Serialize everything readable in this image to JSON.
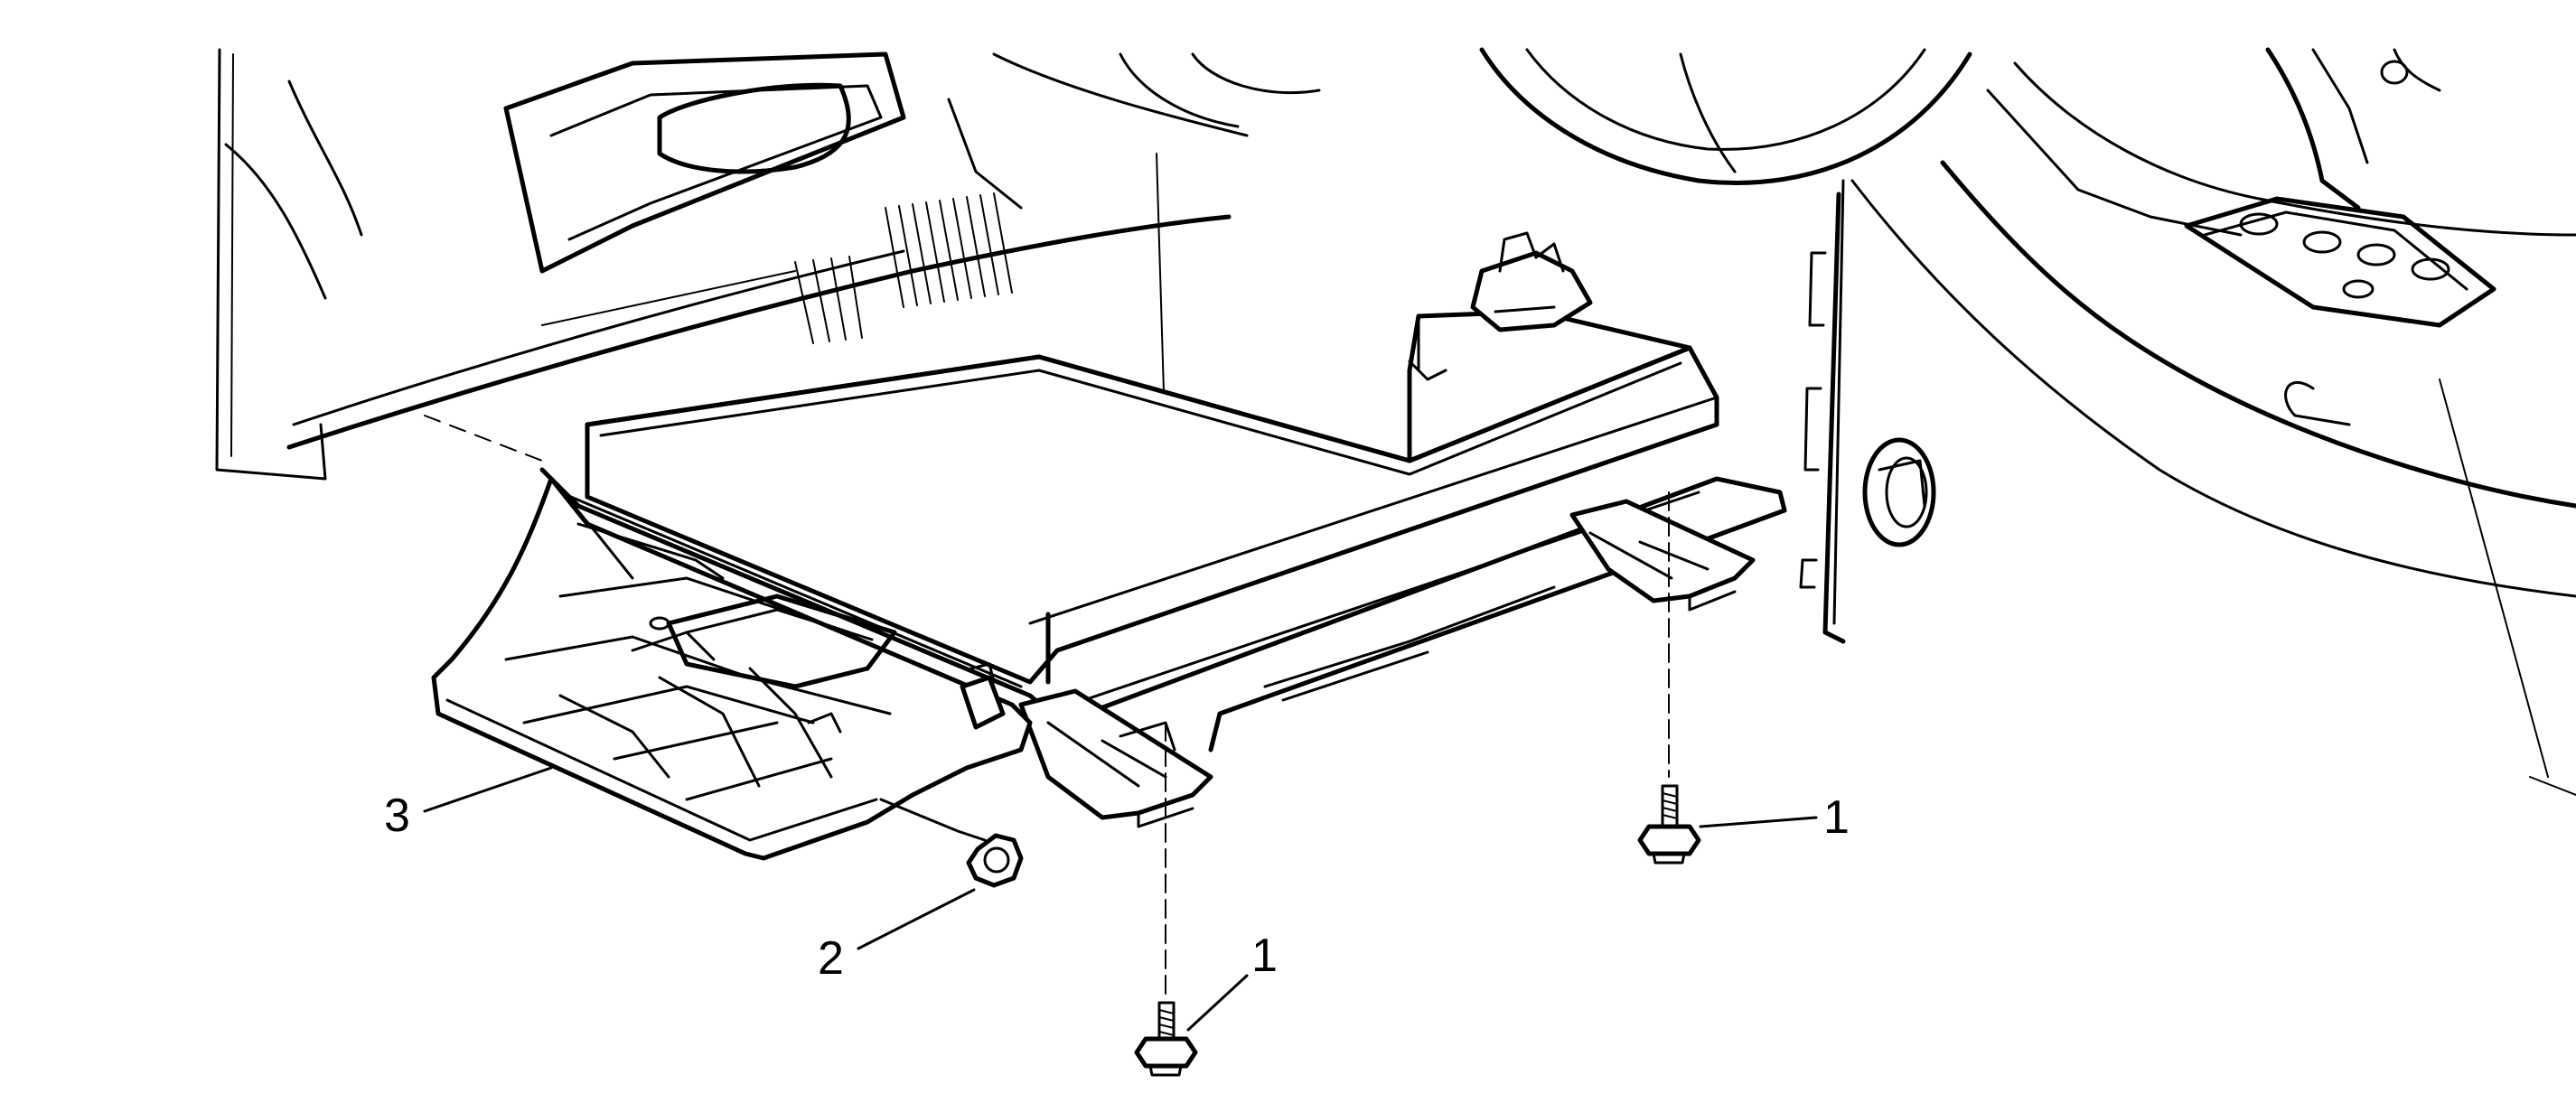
{
  "callouts": [
    {
      "id": "bolt-right",
      "number": "1"
    },
    {
      "id": "bolt-center",
      "number": "1"
    },
    {
      "id": "nut",
      "number": "2"
    },
    {
      "id": "cover",
      "number": "3"
    }
  ]
}
